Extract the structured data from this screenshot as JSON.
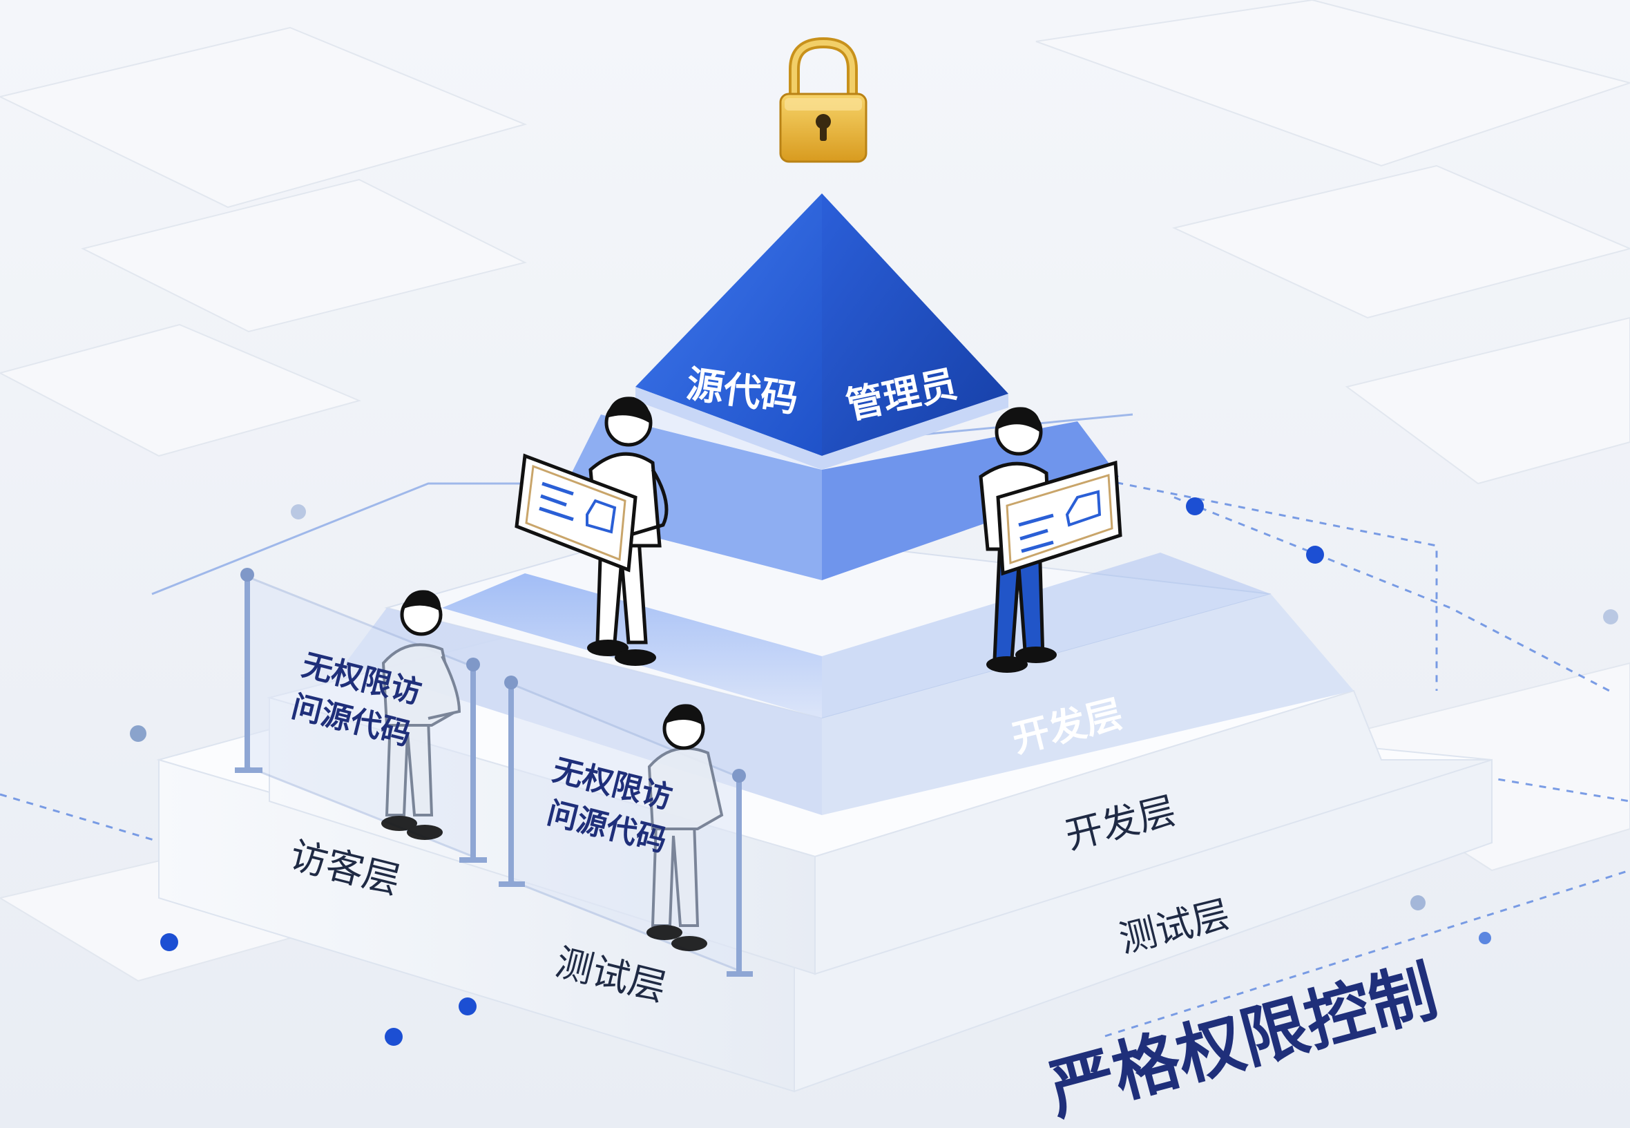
{
  "lock": {
    "icon": "lock-icon"
  },
  "top_tier": {
    "left_label": "源代码",
    "right_label": "管理员"
  },
  "steps": [
    {
      "label": "开发层"
    },
    {
      "label": "开发层"
    },
    {
      "label": "测试层"
    }
  ],
  "front_labels": [
    {
      "label": "访客层"
    },
    {
      "label": "测试层"
    }
  ],
  "barriers": [
    {
      "text_line1": "无权限访",
      "text_line2": "问源代码"
    },
    {
      "text_line1": "无权限访",
      "text_line2": "问源代码"
    }
  ],
  "caption": "严格权限控制",
  "colors": {
    "accent": "#2a5fd6",
    "accent_dark": "#1a3ea8",
    "navy": "#1f2f7a",
    "step_face": "#ffffff",
    "step_side": "#e4eaf4",
    "background": "#eef1f6"
  }
}
